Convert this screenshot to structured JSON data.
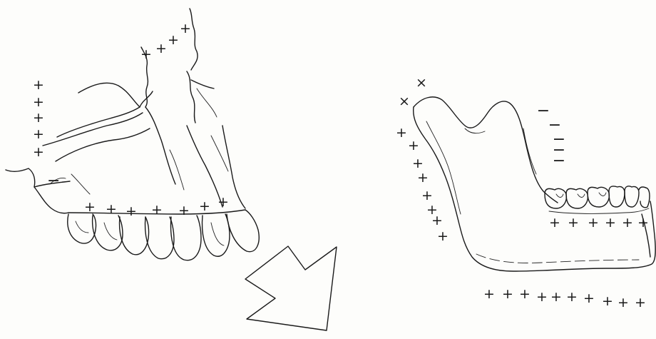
{
  "symbols": {
    "plus": "+",
    "minus": "−",
    "cross": "×"
  },
  "colors": {
    "ink": "#1a1a1a",
    "paper": "#fdfdfb"
  },
  "figure": {
    "left_part": "maxilla",
    "right_part": "mandible",
    "arrow_direction": "down-right"
  }
}
